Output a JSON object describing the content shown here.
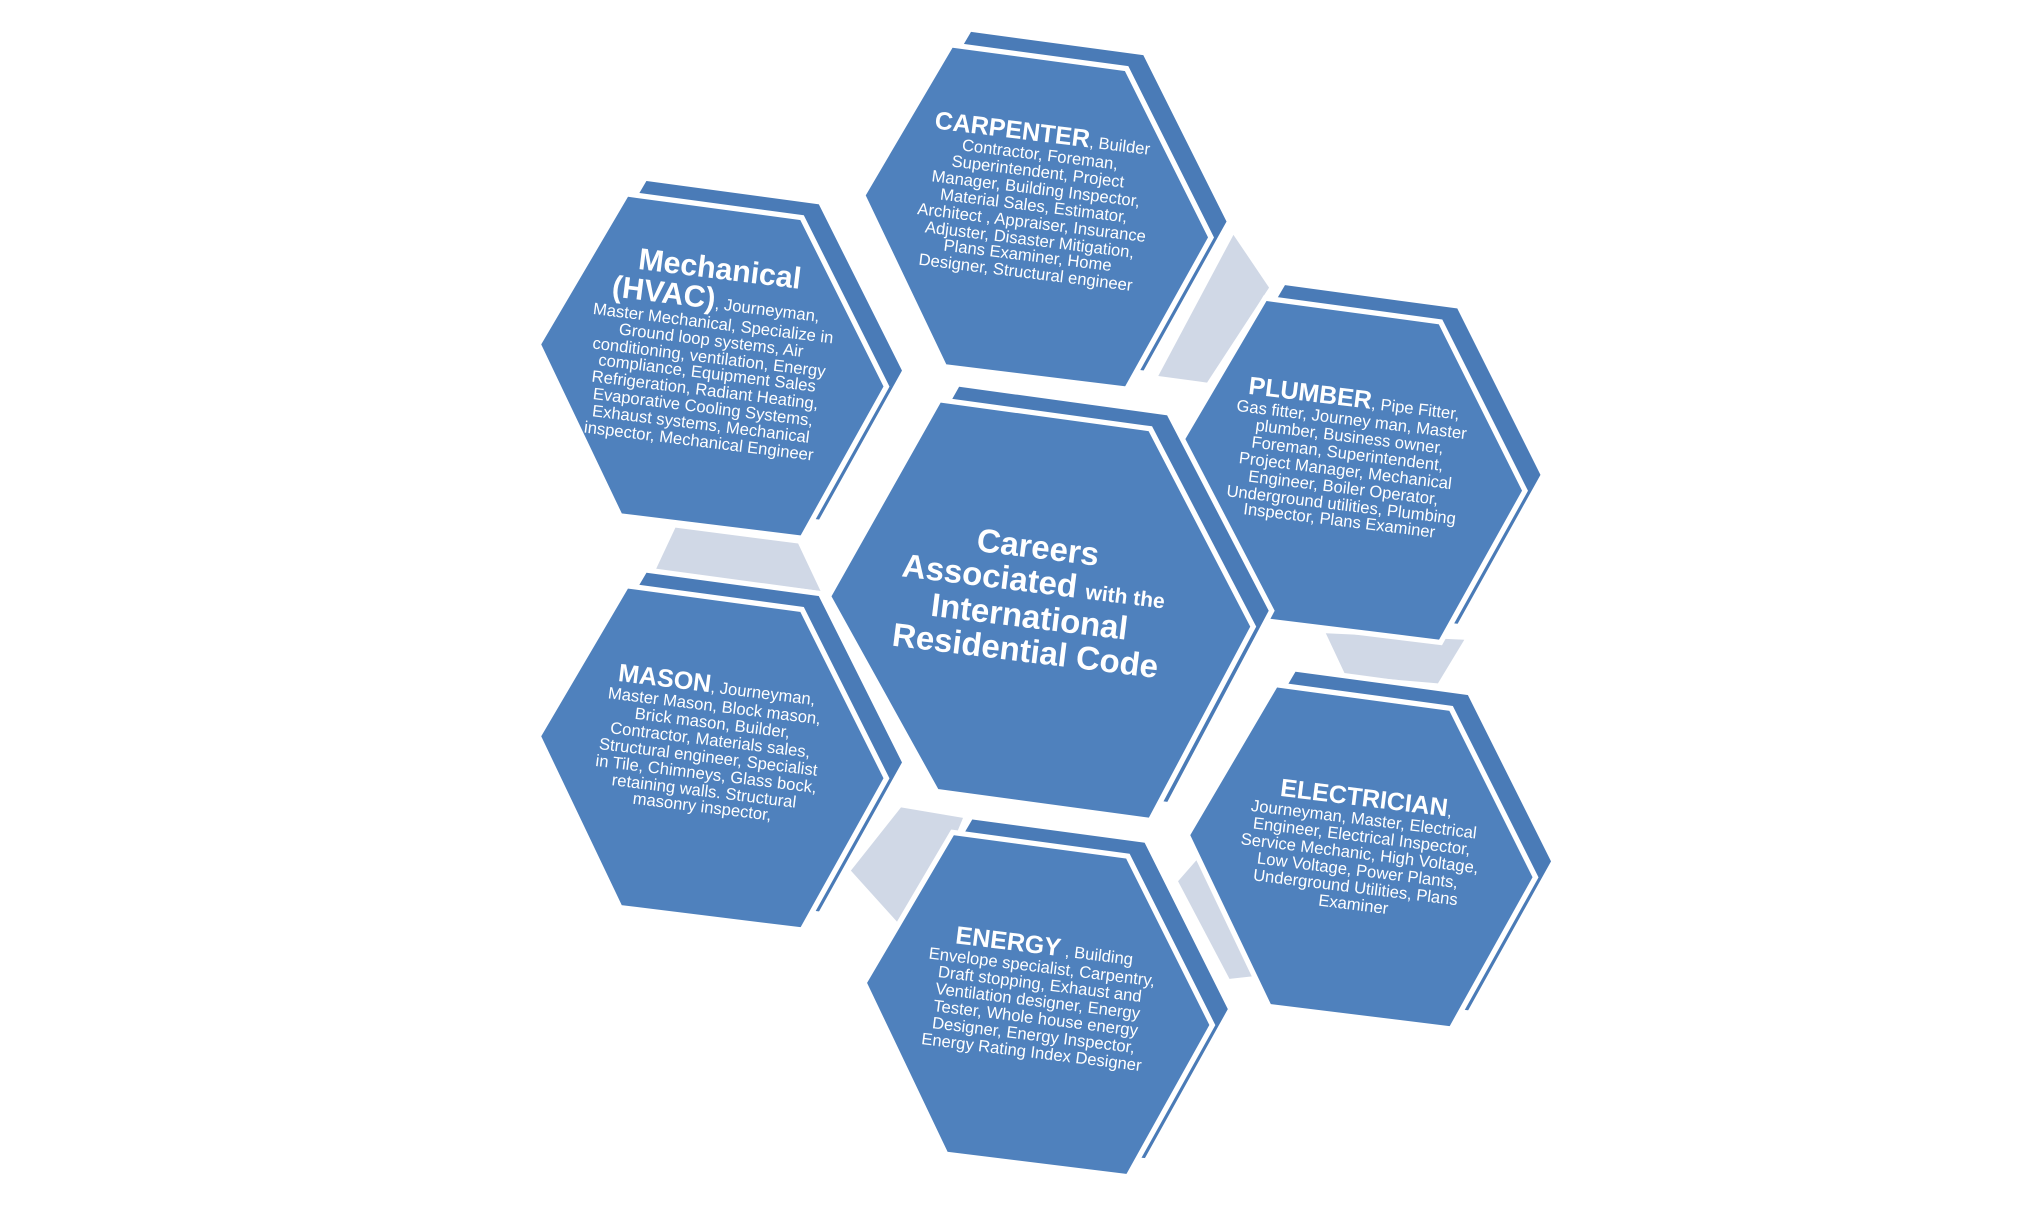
{
  "colors": {
    "face": "#4F81BD",
    "side": "#4A7BB7",
    "connector": "#D0D8E6",
    "outline": "#FFFFFF"
  },
  "center": {
    "line1": "Careers",
    "line2": "Associated",
    "line2_small": "with the",
    "line3": "International",
    "line4": "Residential Code"
  },
  "hexes": [
    {
      "title": "CARPENTER",
      "text": ", Builder Contractor, Foreman, Superintendent, Project Manager, Building Inspector, Material Sales, Estimator, Architect , Appraiser, Insurance Adjuster, Disaster Mitigation, Plans Examiner, Home Designer, Structural engineer"
    },
    {
      "title": "Mechanical (HVAC)",
      "text": ", Journeyman, Master Mechanical, Specialize in Ground loop systems, Air conditioning, ventilation, Energy compliance, Equipment Sales Refrigeration, Radiant Heating, Evaporative Cooling Systems, Exhaust systems, Mechanical inspector, Mechanical Engineer"
    },
    {
      "title": "PLUMBER",
      "text": ", Pipe Fitter, Gas fitter, Journey man, Master plumber, Business owner, Foreman, Superintendent, Project Manager, Mechanical Engineer, Boiler Operator, Underground utilities, Plumbing Inspector, Plans Examiner"
    },
    {
      "title": "MASON",
      "text": ",  Journeyman, Master Mason, Block mason, Brick mason, Builder, Contractor, Materials sales, Structural engineer, Specialist in Tile, Chimneys, Glass bock, retaining walls. Structural masonry inspector,"
    },
    {
      "title": "ELECTRICIAN",
      "text": ", Journeyman, Master, Electrical Engineer, Electrical Inspector, Service Mechanic, High Voltage, Low Voltage, Power Plants, Underground Utilities, Plans Examiner"
    },
    {
      "title": "ENERGY",
      "text": " , Building Envelope specialist, Carpentry, Draft stopping, Exhaust and Ventilation designer, Energy Tester, Whole house energy Designer, Energy Inspector, Energy Rating Index Designer"
    }
  ]
}
